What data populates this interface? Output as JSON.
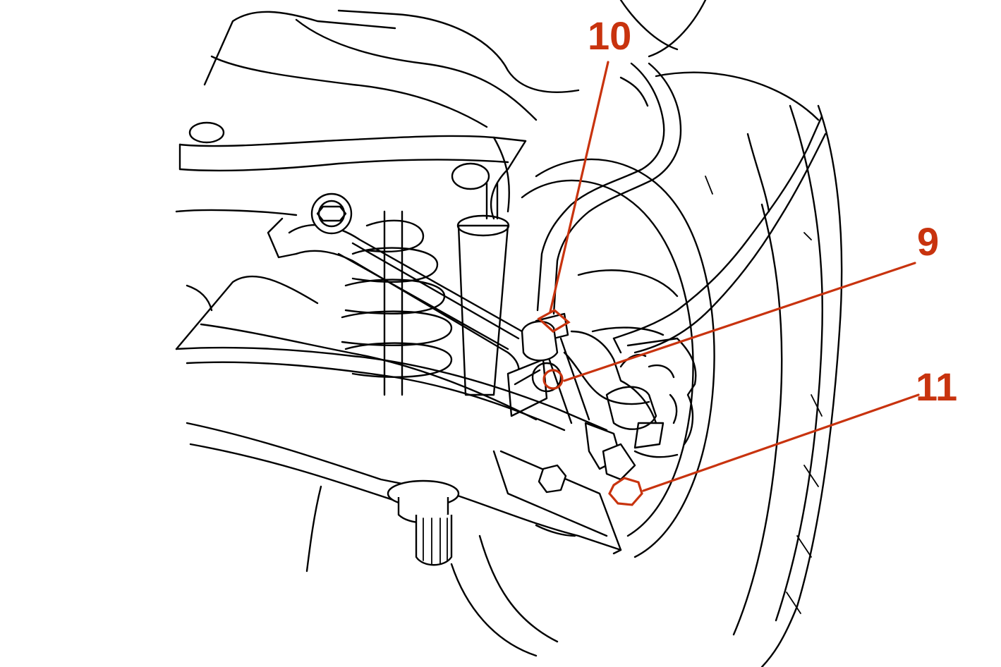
{
  "callouts": [
    {
      "id": "10",
      "label": "10"
    },
    {
      "id": "9",
      "label": "9"
    },
    {
      "id": "11",
      "label": "11"
    }
  ],
  "colors": {
    "line_art": "#000000",
    "callout": "#c8330e",
    "background": "#ffffff"
  }
}
